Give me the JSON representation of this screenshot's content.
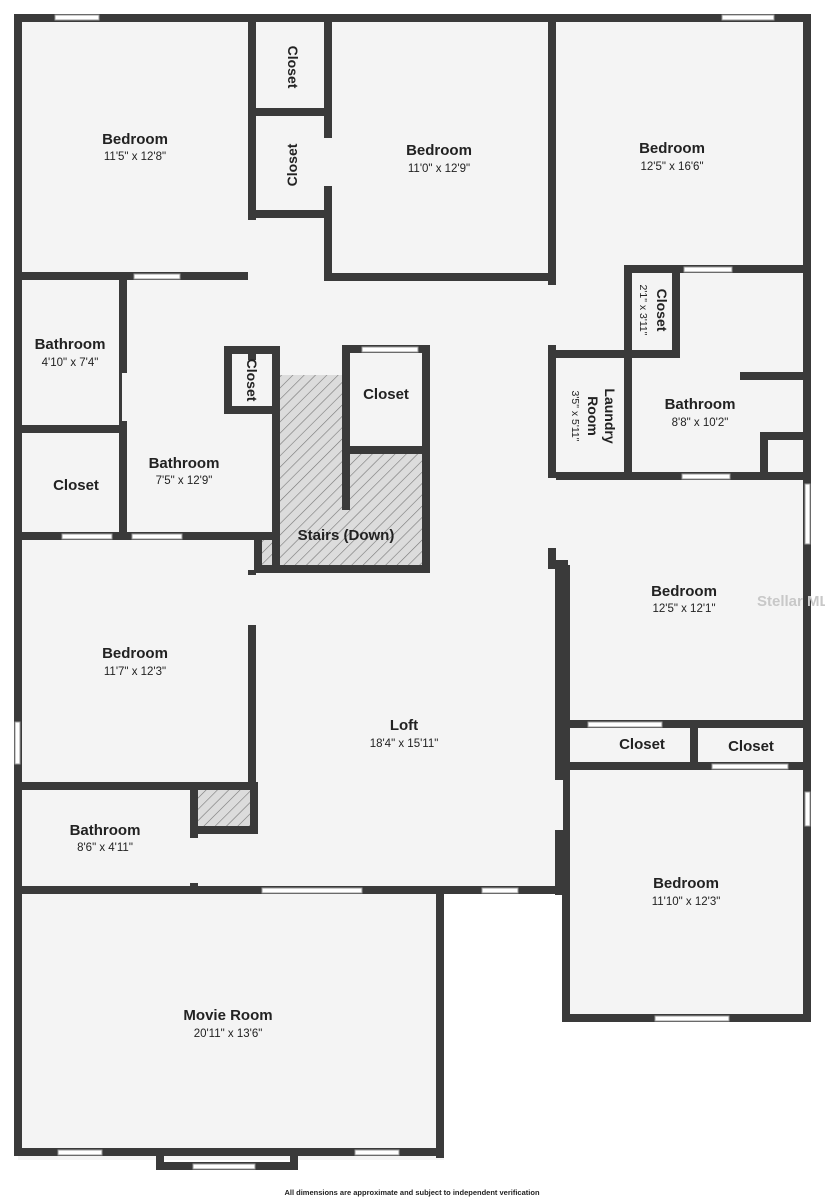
{
  "rooms": {
    "bedroom_nw": {
      "name": "Bedroom",
      "dim": "11'5\" x 12'8\""
    },
    "bedroom_n": {
      "name": "Bedroom",
      "dim": "11'0\" x 12'9\""
    },
    "bedroom_ne": {
      "name": "Bedroom",
      "dim": "12'5\" x 16'6\""
    },
    "closet_a": {
      "name": "Closet"
    },
    "closet_b": {
      "name": "Closet"
    },
    "closet_c": {
      "name": "Closet",
      "dim": "2'1\" x 3'11\""
    },
    "bathroom_w": {
      "name": "Bathroom",
      "dim": "4'10\" x 7'4\""
    },
    "closet_w": {
      "name": "Closet"
    },
    "bathroom_mid": {
      "name": "Bathroom",
      "dim": "7'5\" x 12'9\""
    },
    "closet_small": {
      "name": "Closet"
    },
    "closet_stair": {
      "name": "Closet"
    },
    "stairs": {
      "name": "Stairs (Down)"
    },
    "laundry": {
      "name": "Laundry Room",
      "name_line1": "Laundry",
      "name_line2": "Room",
      "dim": "3'5\" x 5'11\""
    },
    "bathroom_e": {
      "name": "Bathroom",
      "dim": "8'8\" x 10'2\""
    },
    "bedroom_e": {
      "name": "Bedroom",
      "dim": "12'5\" x 12'1\""
    },
    "bedroom_w": {
      "name": "Bedroom",
      "dim": "11'7\" x 12'3\""
    },
    "loft": {
      "name": "Loft",
      "dim": "18'4\" x 15'11\""
    },
    "closet_e1": {
      "name": "Closet"
    },
    "closet_e2": {
      "name": "Closet"
    },
    "bathroom_sw": {
      "name": "Bathroom",
      "dim": "8'6\" x 4'11\""
    },
    "bedroom_se": {
      "name": "Bedroom",
      "dim": "11'10\" x 12'3\""
    },
    "movie_room": {
      "name": "Movie Room",
      "dim": "20'11\" x 13'6\""
    }
  },
  "watermark": "Stellar MLS",
  "footer": "All dimensions are approximate and subject to independent verification",
  "colors": {
    "wall": "#3a3a3a",
    "floor": "#f4f4f4",
    "hatch": "#555555"
  }
}
